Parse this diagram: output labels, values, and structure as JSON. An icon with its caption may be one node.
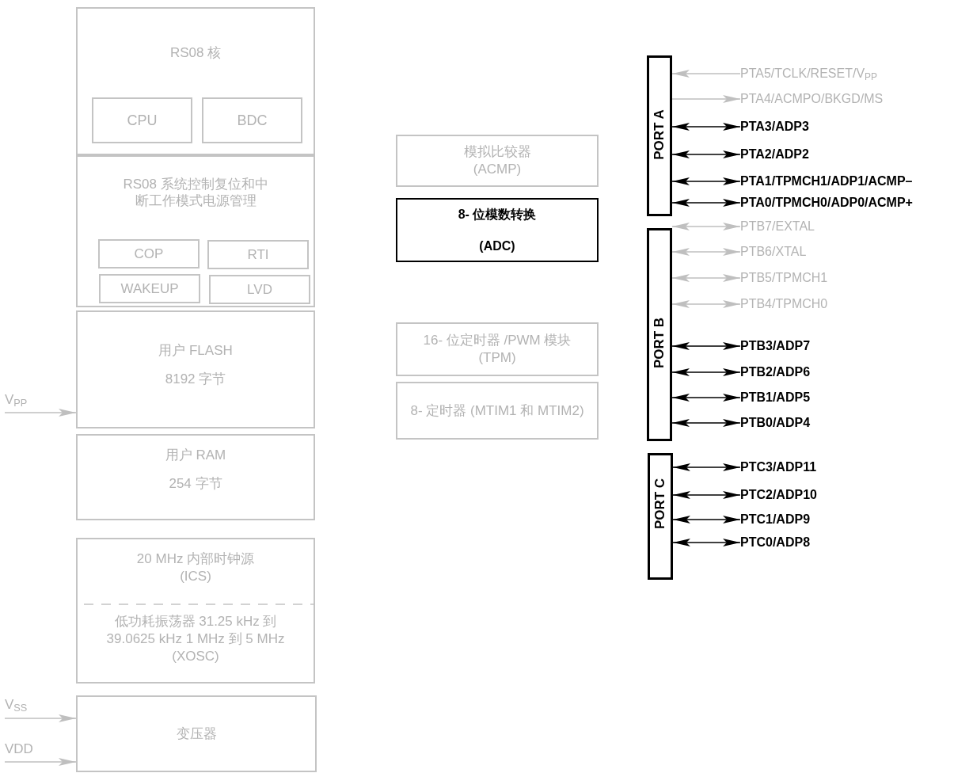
{
  "diagram": {
    "nodes": [
      {
        "text": [
          "RS08 核"
        ]
      },
      {
        "text": [
          "CPU"
        ],
        "in": 0
      },
      {
        "text": [
          "BDC"
        ],
        "in": 0
      },
      {
        "text": [
          "RS08 系统控制复位和中断工作模式电源管理"
        ]
      },
      {
        "text": [
          "COP"
        ],
        "in": 3
      },
      {
        "text": [
          "RTI"
        ],
        "in": 3
      },
      {
        "text": [
          "WAKEUP"
        ],
        "in": 3
      },
      {
        "text": [
          "LVD"
        ],
        "in": 3
      },
      {
        "text": [
          "用户 FLASH",
          "8192 字节"
        ]
      },
      {
        "text": [
          "用户 RAM",
          "254 字节"
        ]
      },
      {
        "text": [
          "20 MHz 内部时钟源 (ICS)",
          "低功耗振荡器 31.25 kHz 到 39.0625 kHz 1 MHz 到 5 MHz (XOSC)"
        ]
      },
      {
        "text": [
          "变压器"
        ]
      },
      {
        "text": [
          "V$_{PP}$"
        ]
      },
      {
        "text": [
          "V$_{SS}$"
        ]
      },
      {
        "text": [
          "VDD"
        ]
      },
      {
        "text": [
          "模拟比较器 (ACMP)"
        ]
      },
      {
        "text": [
          "8- 位模数转换",
          "(ADC)"
        ]
      },
      {
        "text": [
          "16- 位定时器 /PWM 模块 (TPM)"
        ]
      },
      {
        "text": [
          "8- 定时器 (MTIM1 和 MTIM2)"
        ]
      },
      {
        "text": [
          "PORT A"
        ]
      },
      {
        "text": [
          "PORT B"
        ]
      },
      {
        "text": [
          "PORT C"
        ]
      },
      {
        "text": [
          "PTA5/TCLK/RESET/V$_{PP}$"
        ]
      },
      {
        "text": [
          "PTA4/ACMPO/BKGD/MS"
        ]
      },
      {
        "text": [
          "PTA3/ADP3"
        ]
      },
      {
        "text": [
          "PTA2/ADP2"
        ]
      },
      {
        "text": [
          "PTA1/TPMCH1/ADP1/ACMP–"
        ]
      },
      {
        "text": [
          "PTA0/TPMCH0/ADP0/ACMP+"
        ]
      },
      {
        "text": [
          "PTB7/EXTAL"
        ]
      },
      {
        "text": [
          "PTB6/XTAL"
        ]
      },
      {
        "text": [
          "PTB5/TPMCH1"
        ]
      },
      {
        "text": [
          "PTB4/TPMCH0"
        ]
      },
      {
        "text": [
          "PTB3/ADP7"
        ]
      },
      {
        "text": [
          "PTB2/ADP6"
        ]
      },
      {
        "text": [
          "PTB1/ADP5"
        ]
      },
      {
        "text": [
          "PTB0/ADP4"
        ]
      },
      {
        "text": [
          "PTC3/ADP11"
        ]
      },
      {
        "text": [
          "PTC2/ADP10"
        ]
      },
      {
        "text": [
          "PTC1/ADP9"
        ]
      },
      {
        "text": [
          "PTC0/ADP8"
        ]
      }
    ],
    "edges": [
      {
        "from": 12,
        "to": 8,
        "arrow": "to",
        "color": "#bfbfbf"
      },
      {
        "from": 13,
        "to": 11,
        "arrow": "to",
        "color": "#bfbfbf"
      },
      {
        "from": 14,
        "to": 11,
        "arrow": "to",
        "color": "#bfbfbf"
      },
      {
        "from": 22,
        "to": 19,
        "arrow": "to",
        "color": "#bfbfbf"
      },
      {
        "from": 19,
        "to": 23,
        "arrow": "to",
        "color": "#bfbfbf"
      },
      {
        "from": 19,
        "to": 24,
        "arrow": "both"
      },
      {
        "from": 19,
        "to": 25,
        "arrow": "both"
      },
      {
        "from": 19,
        "to": 26,
        "arrow": "both"
      },
      {
        "from": 19,
        "to": 27,
        "arrow": "both"
      },
      {
        "from": 20,
        "to": 28,
        "arrow": "both",
        "color": "#bfbfbf"
      },
      {
        "from": 20,
        "to": 29,
        "arrow": "both",
        "color": "#bfbfbf"
      },
      {
        "from": 20,
        "to": 30,
        "arrow": "both",
        "color": "#bfbfbf"
      },
      {
        "from": 20,
        "to": 31,
        "arrow": "both",
        "color": "#bfbfbf"
      },
      {
        "from": 20,
        "to": 32,
        "arrow": "both"
      },
      {
        "from": 20,
        "to": 33,
        "arrow": "both"
      },
      {
        "from": 20,
        "to": 34,
        "arrow": "both"
      },
      {
        "from": 20,
        "to": 35,
        "arrow": "both"
      },
      {
        "from": 21,
        "to": 36,
        "arrow": "both"
      },
      {
        "from": 21,
        "to": 37,
        "arrow": "both"
      },
      {
        "from": 21,
        "to": 38,
        "arrow": "both"
      },
      {
        "from": 21,
        "to": 39,
        "arrow": "both"
      }
    ]
  }
}
